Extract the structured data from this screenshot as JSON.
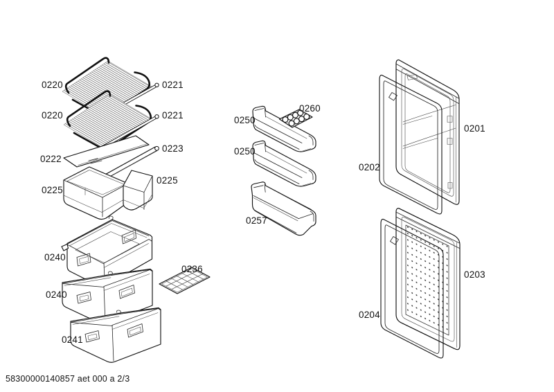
{
  "page": {
    "footer": "58300000140857 aet 000 a 2/3"
  },
  "callouts": {
    "wire_shelf_top": "0220",
    "shelf_rail_top": "0221",
    "wire_shelf_second": "0220",
    "shelf_rail_second": "0221",
    "glass_shelf": "0222",
    "glass_shelf_trim": "0223",
    "crisper_left": "0225",
    "crisper_right": "0225",
    "freezer_drawer_top": "0240",
    "ice_cube_tray": "0236",
    "freezer_drawer_middle": "0240",
    "freezer_drawer_bottom": "0241",
    "door_shelf_upper": "0250",
    "egg_tray": "0260",
    "door_shelf_middle": "0250",
    "door_shelf_bottom": "0257",
    "fridge_door": "0201",
    "fridge_door_gasket": "0202",
    "freezer_door": "0203",
    "freezer_door_gasket": "0204"
  }
}
